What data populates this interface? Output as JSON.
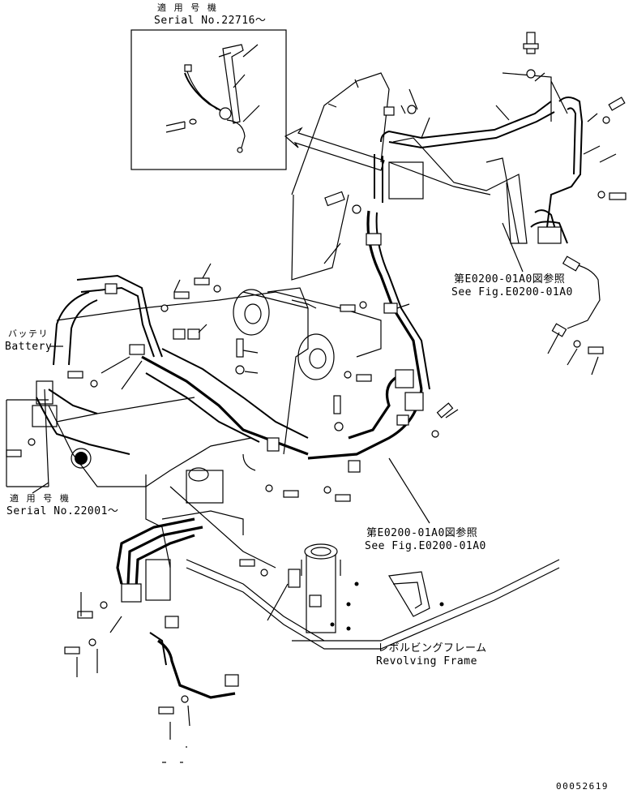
{
  "labels": {
    "serial_upper_jp": "適 用 号 機",
    "serial_upper": "Serial No.22716～",
    "battery_jp": "バッテリ",
    "battery_en": "Battery",
    "serial_lower_jp": "適 用 号 機",
    "serial_lower": "Serial No.22001～",
    "ref_upper_jp": "第E0200-01A0図参照",
    "ref_upper_en": "See Fig.E0200-01A0",
    "ref_lower_jp": "第E0200-01A0図参照",
    "ref_lower_en": "See Fig.E0200-01A0",
    "frame_jp": "レボルビングフレーム",
    "frame_en": "Revolving Frame",
    "drawing_number": "00052619"
  }
}
